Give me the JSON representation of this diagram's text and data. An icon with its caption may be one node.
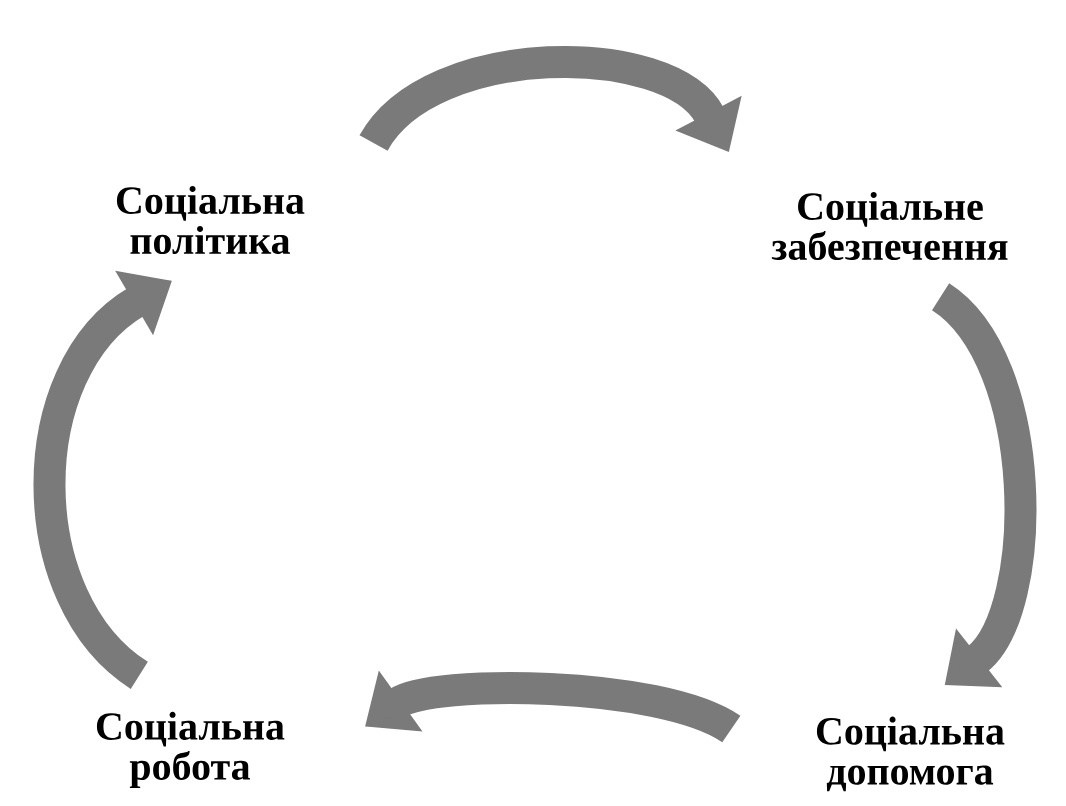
{
  "diagram": {
    "nodes": [
      {
        "text": [
          "Соціальна політика"
        ]
      },
      {
        "text": [
          "Соціальне забезпечення"
        ]
      },
      {
        "text": [
          "Соціальна допомога"
        ]
      },
      {
        "text": [
          "Соціальна робота"
        ]
      }
    ],
    "edges": [
      {
        "from": 0,
        "to": 1,
        "arrow": "to"
      },
      {
        "from": 1,
        "to": 2,
        "arrow": "to"
      },
      {
        "from": 2,
        "to": 3,
        "arrow": "to"
      },
      {
        "from": 3,
        "to": 0,
        "arrow": "to"
      }
    ]
  }
}
